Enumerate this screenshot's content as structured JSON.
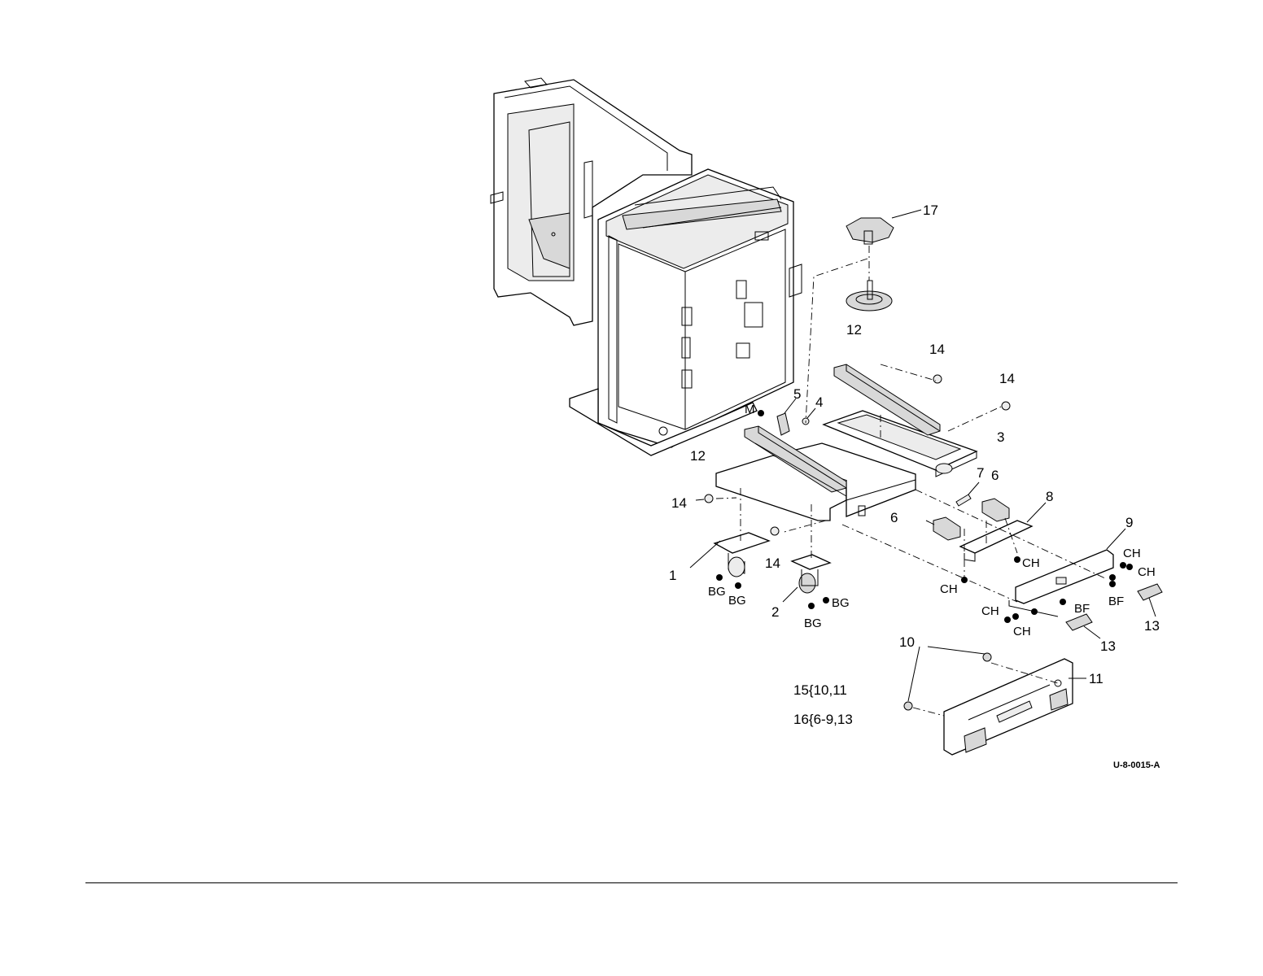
{
  "callouts": {
    "c1": "1",
    "c2": "2",
    "c3": "3",
    "c4": "4",
    "c5": "5",
    "c6a": "6",
    "c6b": "6",
    "c7": "7",
    "c8": "8",
    "c9": "9",
    "c10": "10",
    "c11": "11",
    "c12a": "12",
    "c12b": "12",
    "c13a": "13",
    "c13b": "13",
    "c14a": "14",
    "c14b": "14",
    "c14c": "14",
    "c14d": "14",
    "c17": "17"
  },
  "fasteners": {
    "m": "M",
    "bg1": "BG",
    "bg2": "BG",
    "bg3": "BG",
    "bg4": "BG",
    "ch1": "CH",
    "ch2": "CH",
    "ch3": "CH",
    "ch4": "CH",
    "ch5": "CH",
    "ch6": "CH",
    "bf1": "BF",
    "bf2": "BF"
  },
  "kits": {
    "kit15": "15{10,11",
    "kit16": "16{6-9,13"
  },
  "figure_id": "U-8-0015-A"
}
